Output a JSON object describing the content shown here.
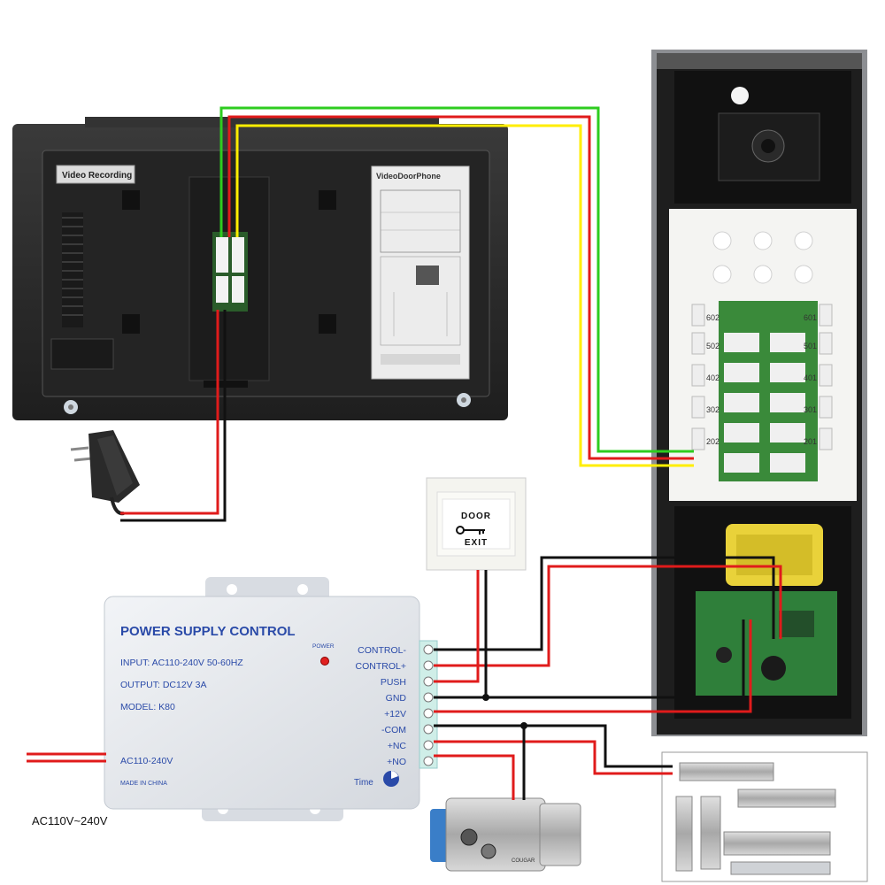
{
  "monitor": {
    "video_label": "Video Recording",
    "panel_title": "VideoDoorPhone"
  },
  "power_supply": {
    "title": "POWER SUPPLY CONTROL",
    "input_spec": "INPUT: AC110-240V  50-60HZ",
    "output_spec": "OUTPUT: DC12V  3A",
    "model": "MODEL: K80",
    "power_led_label": "POWER",
    "ac_label": "AC110-240V",
    "made_in": "MADE IN CHINA",
    "time_label": "Time",
    "terminals": [
      "CONTROL-",
      "CONTROL+",
      "PUSH",
      "GND",
      "+12V",
      "-COM",
      "+NC",
      "+NO"
    ]
  },
  "exit_button": {
    "line1": "DOOR",
    "line2": "EXIT"
  },
  "door_panel": {
    "apartments": [
      "602",
      "601",
      "502",
      "501",
      "402",
      "401",
      "302",
      "301",
      "202",
      "201"
    ]
  },
  "lock": {
    "brand": "COUGAR"
  },
  "mains_label": "AC110V~240V",
  "colors": {
    "wire_green": "#2ecc1f",
    "wire_red": "#e01b1b",
    "wire_yellow": "#ffee00",
    "wire_black": "#111111",
    "monitor_body": "#2a2a2a",
    "psu_body": "#e6e9ee",
    "psu_title": "#2a4aa8"
  }
}
